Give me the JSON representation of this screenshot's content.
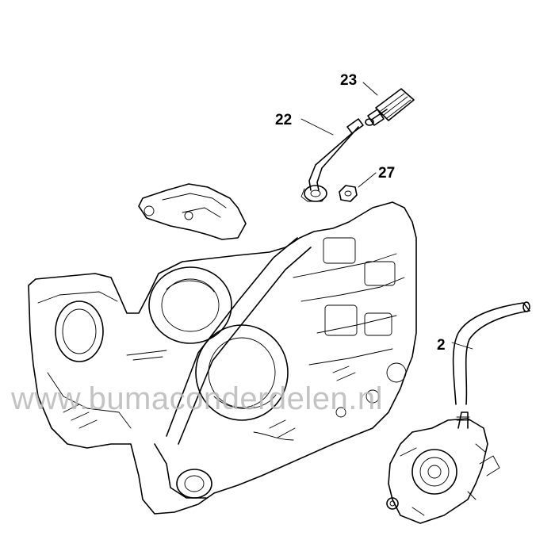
{
  "parts": [
    {
      "number": "23"
    },
    {
      "number": "22"
    },
    {
      "number": "27"
    },
    {
      "number": "2"
    }
  ],
  "watermark": "www.bumaconderdelen.nl"
}
